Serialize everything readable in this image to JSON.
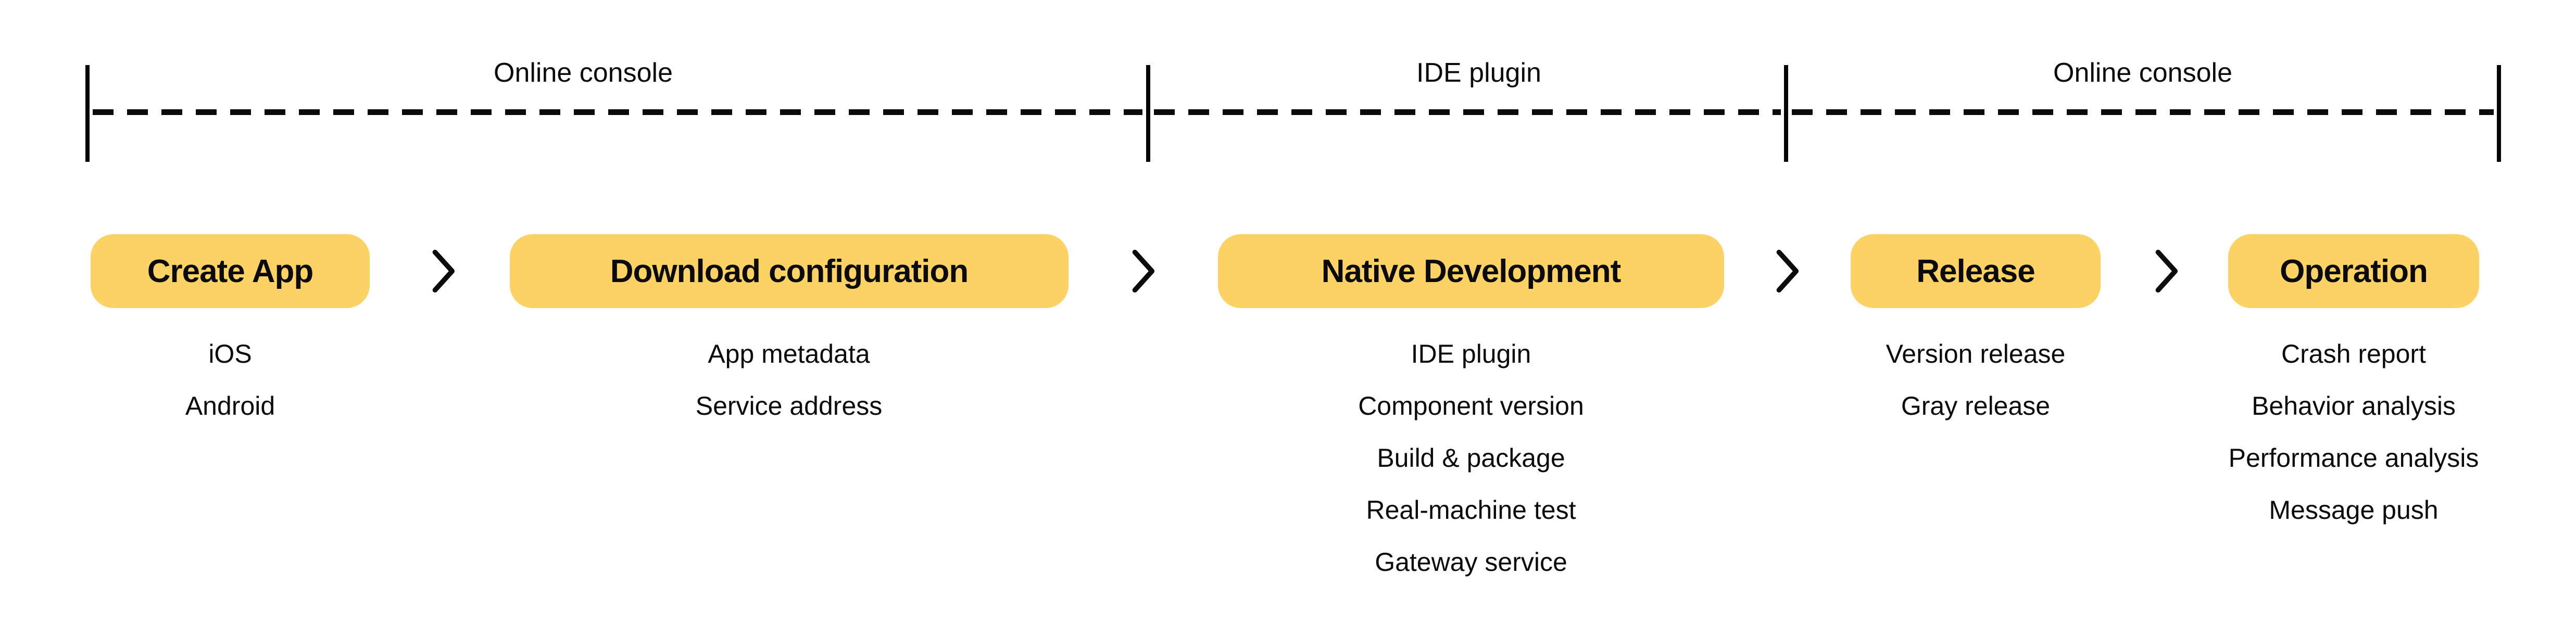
{
  "colors": {
    "step_fill": "#FCD264",
    "text": "#0B0B0B",
    "line": "#050505"
  },
  "band": {
    "segments": [
      {
        "label": "Online console"
      },
      {
        "label": "IDE plugin"
      },
      {
        "label": "Online console"
      }
    ]
  },
  "flow": {
    "connector_icon": "chevron-right-icon",
    "phases": [
      {
        "label": "Create App",
        "items": [
          "iOS",
          "Android"
        ]
      },
      {
        "label": "Download configuration",
        "items": [
          "App metadata",
          "Service address"
        ]
      },
      {
        "label": "Native Development",
        "items": [
          "IDE plugin",
          "Component version",
          "Build & package",
          "Real-machine test",
          "Gateway service"
        ]
      },
      {
        "label": "Release",
        "items": [
          "Version release",
          "Gray release"
        ]
      },
      {
        "label": "Operation",
        "items": [
          "Crash report",
          "Behavior analysis",
          "Performance analysis",
          "Message push"
        ]
      }
    ]
  }
}
